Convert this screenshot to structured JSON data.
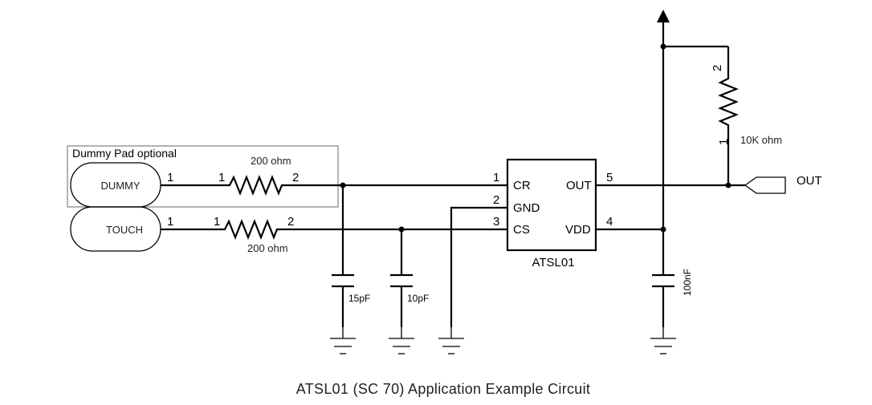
{
  "optional_box": {
    "label": "Dummy Pad optional"
  },
  "pads": {
    "dummy": {
      "label": "DUMMY",
      "pin": "1"
    },
    "touch": {
      "label": "TOUCH",
      "pin": "1"
    }
  },
  "resistors": {
    "r_dummy": {
      "value": "200 ohm",
      "pin1": "1",
      "pin2": "2"
    },
    "r_touch": {
      "value": "200 ohm",
      "pin1": "1",
      "pin2": "2"
    },
    "r_pullup": {
      "value": "10K ohm",
      "pin1": "1",
      "pin2": "2"
    }
  },
  "capacitors": {
    "c1": {
      "value": "15pF"
    },
    "c2": {
      "value": "10pF"
    },
    "c3": {
      "value": "100nF"
    }
  },
  "ic": {
    "name": "ATSL01",
    "pins": [
      {
        "num": "1",
        "name": "CR"
      },
      {
        "num": "2",
        "name": "GND"
      },
      {
        "num": "3",
        "name": "CS"
      },
      {
        "num": "5",
        "name": "OUT"
      },
      {
        "num": "4",
        "name": "VDD"
      }
    ]
  },
  "out_port": {
    "label": "OUT"
  },
  "caption": "ATSL01 (SC 70) Application Example Circuit"
}
